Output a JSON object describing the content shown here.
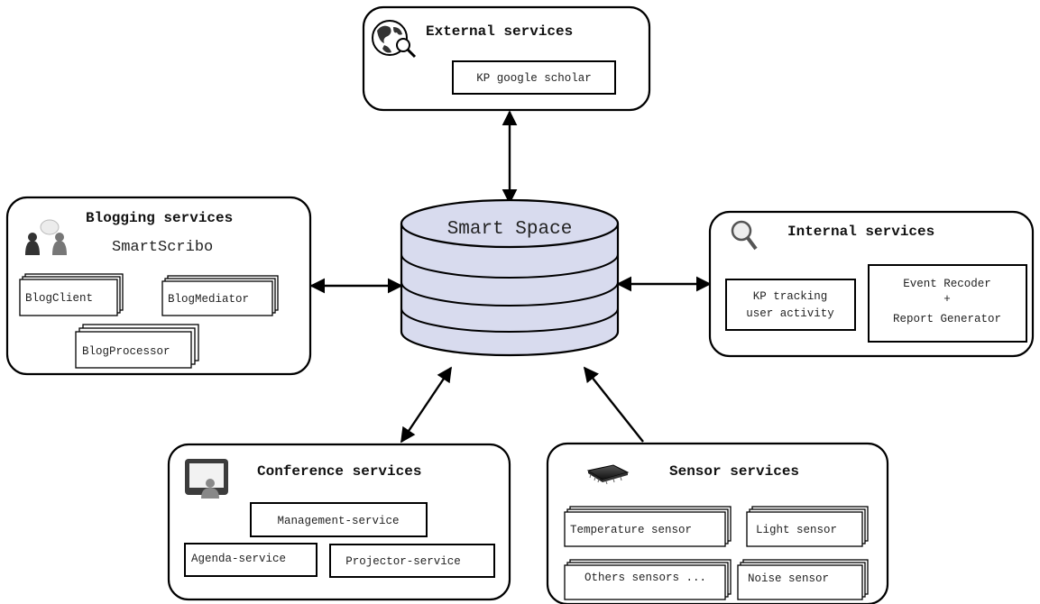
{
  "smart_space": {
    "label": "Smart Space"
  },
  "external": {
    "title": "External services",
    "items": [
      "KP google scholar"
    ]
  },
  "blogging": {
    "title": "Blogging services",
    "subtitle": "SmartScribo",
    "items": [
      "BlogClient",
      "BlogMediator",
      "BlogProcessor"
    ]
  },
  "internal": {
    "title": "Internal services",
    "kp_line1": "KP tracking",
    "kp_line2": "user activity",
    "event_line1": "Event Recoder",
    "event_line2": "+",
    "event_line3": "Report Generator"
  },
  "conference": {
    "title": "Conference services",
    "items": [
      "Management-service",
      "Agenda-service",
      "Projector-service"
    ]
  },
  "sensor": {
    "title": "Sensor services",
    "items": [
      "Temperature sensor",
      "Light sensor",
      "Others sensors ...",
      "Noise sensor"
    ]
  },
  "icons": {
    "external": "globe-search-icon",
    "blogging": "users-chat-icon",
    "internal": "magnifier-icon",
    "conference": "presenter-screen-icon",
    "sensor": "chip-icon"
  }
}
